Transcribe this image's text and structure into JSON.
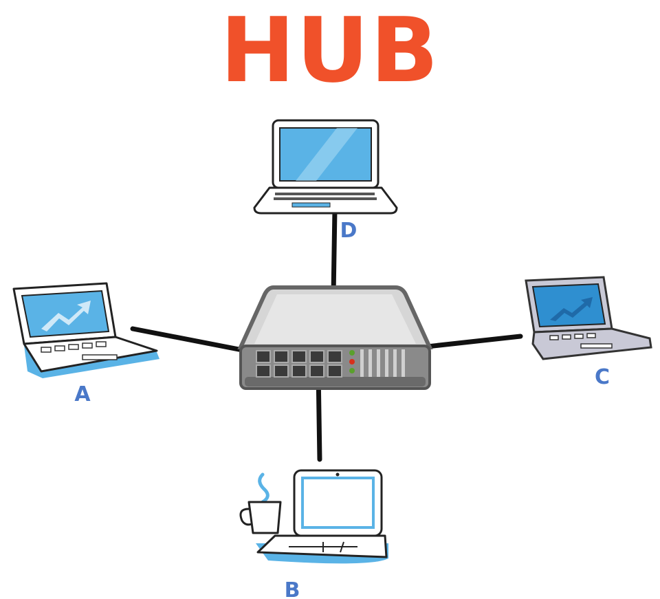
{
  "title": "HUB",
  "nodes": [
    {
      "id": "A",
      "label": "A"
    },
    {
      "id": "B",
      "label": "B"
    },
    {
      "id": "C",
      "label": "C"
    },
    {
      "id": "D",
      "label": "D"
    }
  ],
  "center_device": "hub",
  "colors": {
    "title": "#f0512a",
    "labels": "#4a78c8",
    "screen": "#5ab3e6",
    "wire": "#111111"
  }
}
